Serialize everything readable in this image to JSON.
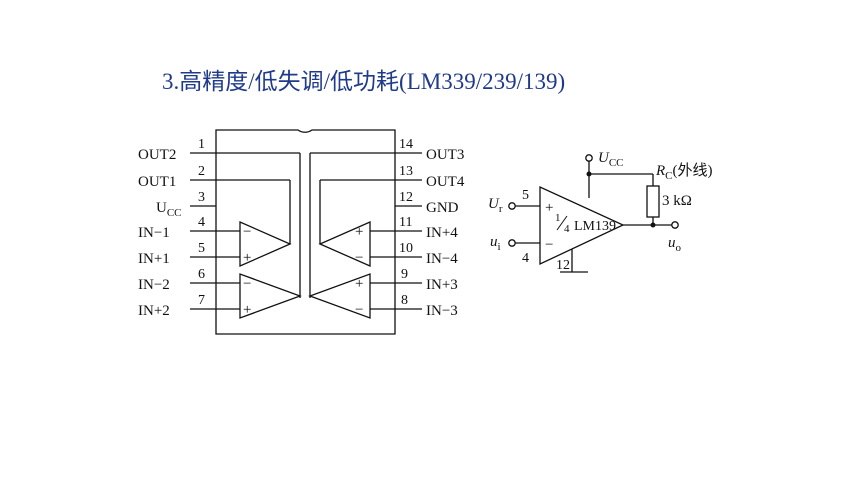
{
  "title": "3.高精度/低失调/低功耗(LM339/239/139)",
  "pinout": {
    "left": [
      {
        "num": "1",
        "label": "OUT2"
      },
      {
        "num": "2",
        "label": "OUT1"
      },
      {
        "num": "3",
        "label": "U",
        "sub": "CC"
      },
      {
        "num": "4",
        "label": "IN−1"
      },
      {
        "num": "5",
        "label": "IN+1"
      },
      {
        "num": "6",
        "label": "IN−2"
      },
      {
        "num": "7",
        "label": "IN+2"
      }
    ],
    "right": [
      {
        "num": "14",
        "label": "OUT3"
      },
      {
        "num": "13",
        "label": "OUT4"
      },
      {
        "num": "12",
        "label": "GND"
      },
      {
        "num": "11",
        "label": "IN+4"
      },
      {
        "num": "10",
        "label": "IN−4"
      },
      {
        "num": "9",
        "label": "IN+3"
      },
      {
        "num": "8",
        "label": "IN−3"
      }
    ],
    "minus": "−",
    "plus": "+"
  },
  "circuit": {
    "ucc": "U",
    "ucc_sub": "CC",
    "rc": "R",
    "rc_sub": "C",
    "rc_note": "(外线)",
    "res_value": "3 kΩ",
    "ur": "U",
    "ur_sub": "r",
    "ui": "u",
    "ui_sub": "i",
    "uo": "u",
    "uo_sub": "o",
    "pin5": "5",
    "pin4": "4",
    "pin12": "12",
    "plus": "+",
    "minus": "−",
    "frac_num": "1",
    "frac_den": "4",
    "chip": "LM139"
  }
}
